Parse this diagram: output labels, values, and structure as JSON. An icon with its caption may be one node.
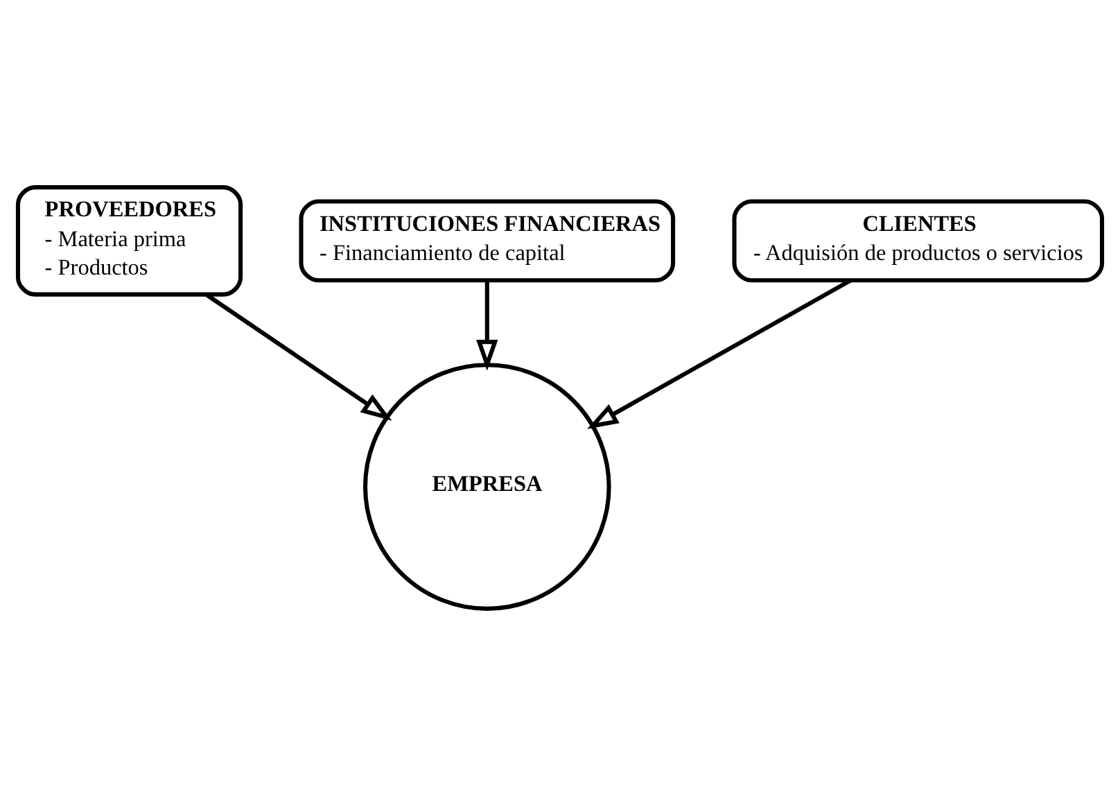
{
  "diagram": {
    "nodes": [
      {
        "text": [
          "PROVEEDORES",
          "- Materia prima",
          "- Productos"
        ]
      },
      {
        "text": [
          "INSTITUCIONES FINANCIERAS",
          "- Financiamiento de capital"
        ]
      },
      {
        "text": [
          "CLIENTES",
          "- Adquisión de productos o servicios"
        ]
      },
      {
        "text": [
          "EMPRESA"
        ]
      }
    ],
    "edges": [
      {
        "from": 0,
        "to": 3,
        "arrow": "to"
      },
      {
        "from": 1,
        "to": 3,
        "arrow": "to"
      },
      {
        "from": 2,
        "to": 3,
        "arrow": "to"
      }
    ]
  }
}
